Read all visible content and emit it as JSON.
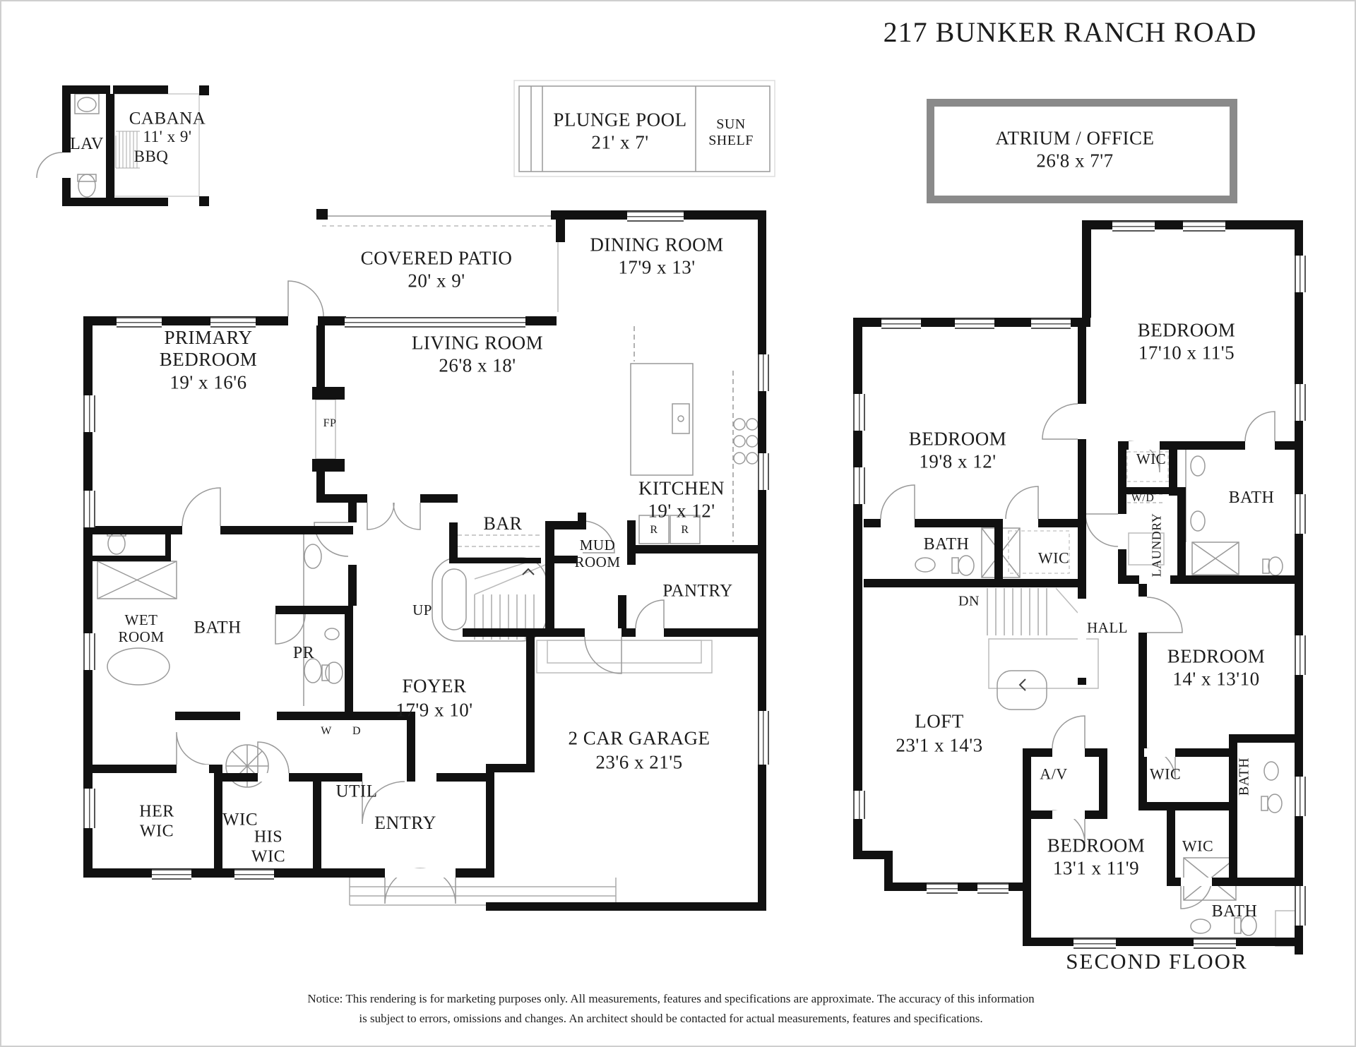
{
  "title": "217 BUNKER RANCH ROAD",
  "cabana": {
    "name": "CABANA",
    "dims": "11' x 9'",
    "lav": "LAV",
    "bbq": "BBQ"
  },
  "pool": {
    "name": "PLUNGE POOL",
    "dims": "21' x 7'",
    "sun_shelf": "SUN SHELF"
  },
  "atrium": {
    "name": "ATRIUM / OFFICE",
    "dims": "26'8 x 7'7"
  },
  "first_floor": {
    "covered_patio": {
      "name": "COVERED PATIO",
      "dims": "20' x 9'"
    },
    "dining_room": {
      "name": "DINING ROOM",
      "dims": "17'9 x 13'"
    },
    "primary_bedroom": {
      "name": "PRIMARY BEDROOM",
      "dims": "19' x 16'6"
    },
    "living_room": {
      "name": "LIVING ROOM",
      "dims": "26'8 x 18'"
    },
    "kitchen": {
      "name": "KITCHEN",
      "dims": "19' x 12'"
    },
    "fireplace": "FP",
    "bar": "BAR",
    "mud_room": "MUD ROOM",
    "pantry": "PANTRY",
    "up": "UP",
    "wet_room": "WET ROOM",
    "bath": "BATH",
    "powder": "PR",
    "washer": "W",
    "dryer": "D",
    "fridge_left": "R",
    "fridge_right": "R",
    "foyer": {
      "name": "FOYER",
      "dims": "17'9 x 10'"
    },
    "wic": "WIC",
    "util": "UTIL",
    "her_wic": "HER WIC",
    "his_wic": "HIS WIC",
    "entry": "ENTRY",
    "garage": {
      "name": "2 CAR GARAGE",
      "dims": "23'6 x 21'5"
    }
  },
  "second_floor": {
    "bedroom_ne": {
      "name": "BEDROOM",
      "dims": "17'10 x 11'5"
    },
    "bedroom_w": {
      "name": "BEDROOM",
      "dims": "19'8 x 12'"
    },
    "wic_ne": "WIC",
    "wd": "W/D",
    "laundry": "LAUNDRY",
    "bath_ne": "BATH",
    "bath_w": "BATH",
    "wic_mid": "WIC",
    "dn": "DN",
    "hall": "HALL",
    "bedroom_e": {
      "name": "BEDROOM",
      "dims": "14' x 13'10"
    },
    "loft": {
      "name": "LOFT",
      "dims": "23'1 x 14'3"
    },
    "av": "A/V",
    "wic_s": "WIC",
    "bath_e": "BATH",
    "wic_se": "WIC",
    "bedroom_s": {
      "name": "BEDROOM",
      "dims": "13'1 x 11'9"
    },
    "bath_s": "BATH",
    "caption": "SECOND FLOOR"
  },
  "notice": {
    "line1": "Notice: This rendering is for marketing purposes only. All measurements, features and specifications are approximate. The accuracy of this information",
    "line2": "is subject to errors, omissions and changes. An architect should be contacted for actual measurements, features and specifications."
  }
}
